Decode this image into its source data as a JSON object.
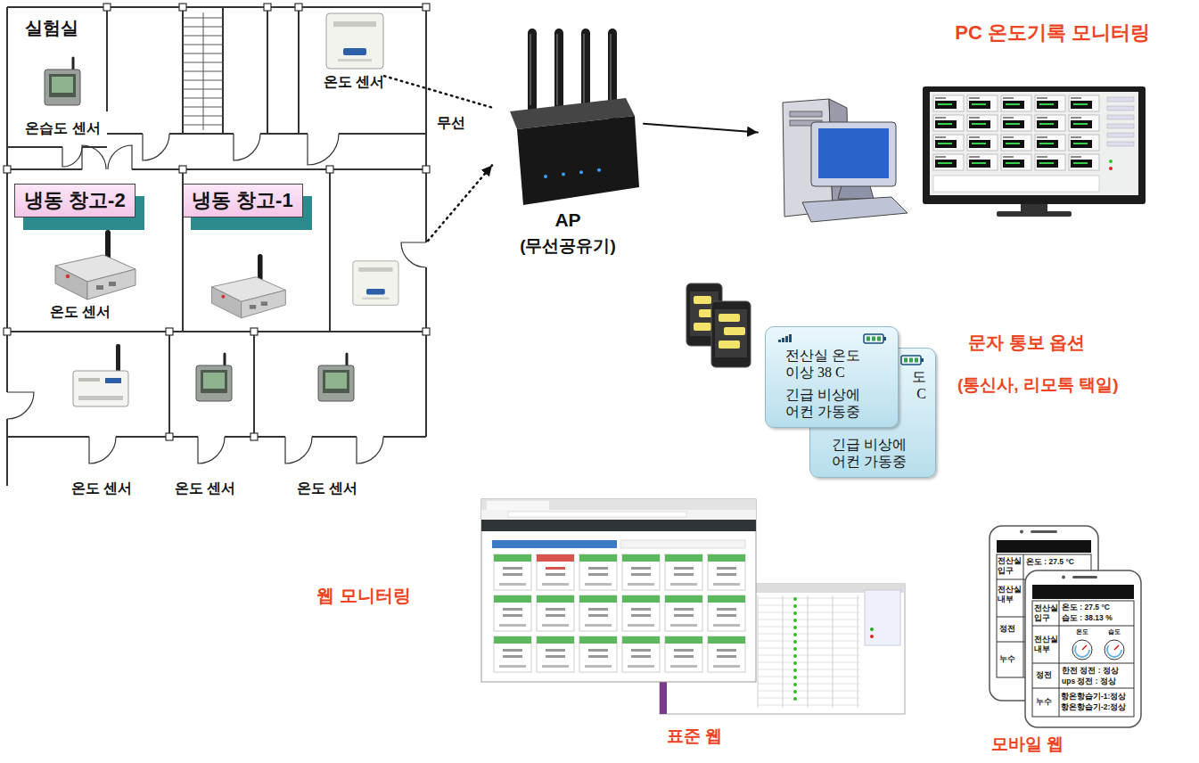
{
  "diagram": {
    "nodes": [
      {
        "text": [
          "실험실"
        ]
      },
      {
        "text": [
          "온습도 센서"
        ],
        "in": 0
      },
      {
        "text": [
          "온도 센서"
        ],
        "in": 0
      },
      {
        "text": [
          "냉동 창고-2"
        ],
        "in": 0
      },
      {
        "text": [
          "냉동 창고-1"
        ],
        "in": 0
      },
      {
        "text": [
          "온도 센서"
        ],
        "in": 0
      },
      {
        "text": [
          "온도 센서"
        ],
        "in": 0
      },
      {
        "text": [
          "온도 센서"
        ],
        "in": 0
      },
      {
        "text": [
          "온도 센서"
        ],
        "in": 0
      },
      {
        "text": [
          "AP",
          "(무선공유기)"
        ]
      },
      {
        "text": [
          "PC 온도기록 모니터링"
        ]
      },
      {
        "text": [
          "전산실 온도 이상 38 C",
          "긴급 비상에 어컨 가동중"
        ]
      },
      {
        "text": [
          "도",
          "C",
          "긴급 비상에 어컨 가동중"
        ]
      },
      {
        "text": [
          "표준 웹"
        ]
      },
      {
        "text": [
          "모바일 웹"
        ]
      }
    ],
    "edges": [
      {
        "from": 2,
        "to": 9,
        "arrow": "none"
      },
      {
        "from": 0,
        "to": 9,
        "arrow": "to"
      },
      {
        "from": 9,
        "to": 10,
        "arrow": "to"
      }
    ],
    "labels": [
      "무선",
      "문자 통보 옵션",
      "(통신사, 리모톡 택일)",
      "웹 모니터링",
      "전산실 입구",
      "온도 : 27.5 °C",
      "전산실 내부",
      "정전",
      "누수",
      "전산실 입구",
      "온도 : 27.5 °C",
      "습도 : 38.13 %",
      "전산실 내부",
      "온도",
      "습도",
      "정전",
      "한전 정전 : 정상",
      "ups 정전 : 정상",
      "누수",
      "항온항습기-1:정상",
      "항온항습기-2:정상"
    ]
  }
}
